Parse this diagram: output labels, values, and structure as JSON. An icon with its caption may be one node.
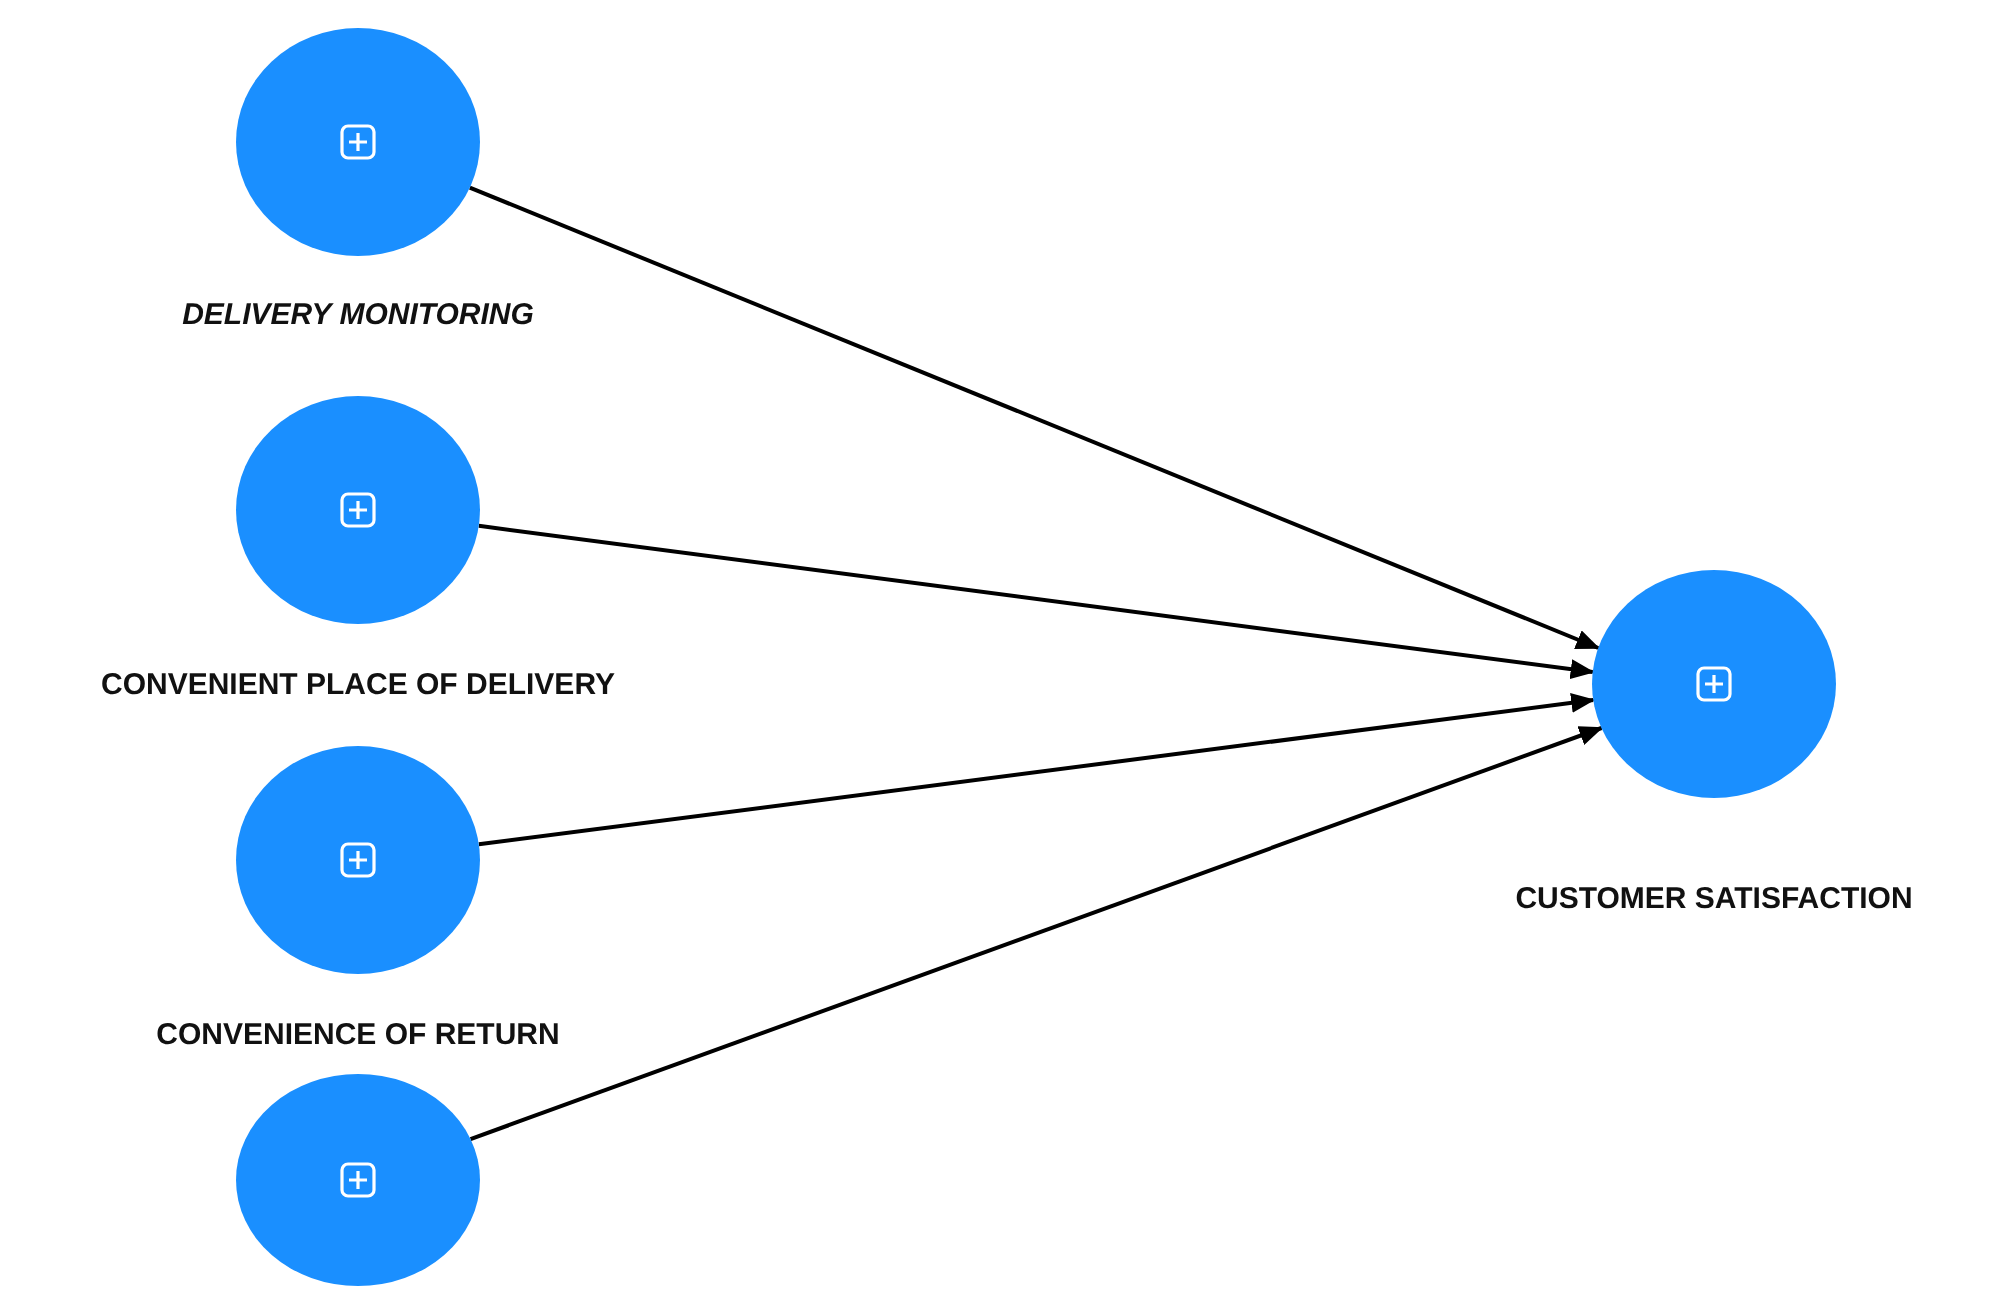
{
  "diagram": {
    "nodes": [
      {
        "text": [
          "DELIVERY MONITORING"
        ]
      },
      {
        "text": [
          "CONVENIENT PLACE OF DELIVERY"
        ]
      },
      {
        "text": [
          "CONVENIENCE OF RETURN"
        ]
      },
      {
        "text": [],
        "shape": "circle"
      },
      {
        "text": [
          "CUSTOMER SATISFACTION"
        ]
      }
    ],
    "edges": [
      {
        "from": 0,
        "to": 4,
        "arrow": "to"
      },
      {
        "from": 1,
        "to": 4,
        "arrow": "to"
      },
      {
        "from": 2,
        "to": 4,
        "arrow": "to"
      },
      {
        "from": 3,
        "to": 4,
        "arrow": "to"
      }
    ]
  }
}
